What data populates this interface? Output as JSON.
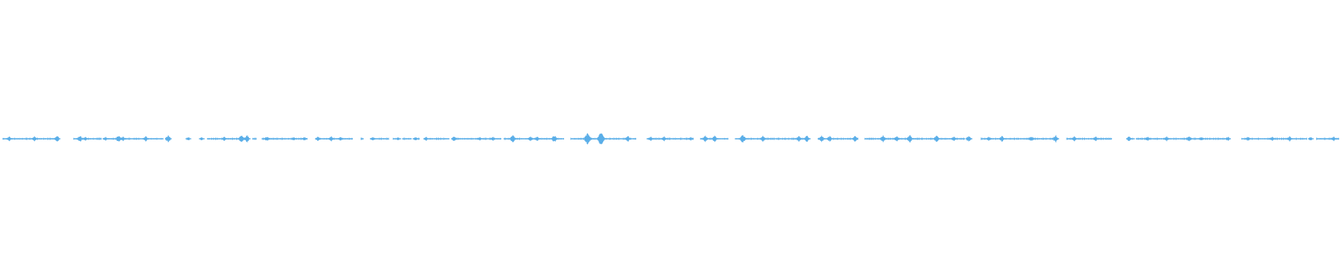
{
  "waveform": {
    "color": "#5aaee8",
    "background": "#ffffff",
    "segments": [
      [
        0.0,
        0.04
      ],
      [
        0.053,
        0.074
      ],
      [
        0.076,
        0.12
      ],
      [
        0.153,
        0.182
      ],
      [
        0.187,
        0.19
      ],
      [
        0.194,
        0.228
      ],
      [
        0.237,
        0.262
      ],
      [
        0.268,
        0.27
      ],
      [
        0.277,
        0.289
      ],
      [
        0.292,
        0.294
      ],
      [
        0.299,
        0.306
      ],
      [
        0.31,
        0.312
      ],
      [
        0.319,
        0.334
      ],
      [
        0.339,
        0.373
      ],
      [
        0.375,
        0.42
      ],
      [
        0.425,
        0.474
      ],
      [
        0.482,
        0.517
      ],
      [
        0.522,
        0.543
      ],
      [
        0.548,
        0.603
      ],
      [
        0.61,
        0.64
      ],
      [
        0.645,
        0.72
      ],
      [
        0.732,
        0.789
      ],
      [
        0.796,
        0.83
      ],
      [
        0.843,
        0.847
      ],
      [
        0.848,
        0.917
      ],
      [
        0.927,
        0.976
      ],
      [
        0.983,
        1.0
      ]
    ],
    "bursts": [
      [
        0.005,
        0.35
      ],
      [
        0.024,
        0.4
      ],
      [
        0.041,
        0.45
      ],
      [
        0.058,
        0.5
      ],
      [
        0.062,
        0.3
      ],
      [
        0.077,
        0.3
      ],
      [
        0.087,
        0.55
      ],
      [
        0.09,
        0.35
      ],
      [
        0.107,
        0.4
      ],
      [
        0.124,
        0.55
      ],
      [
        0.139,
        0.3
      ],
      [
        0.149,
        0.25
      ],
      [
        0.166,
        0.35
      ],
      [
        0.179,
        0.6
      ],
      [
        0.183,
        0.55
      ],
      [
        0.198,
        0.4
      ],
      [
        0.218,
        0.3
      ],
      [
        0.226,
        0.3
      ],
      [
        0.236,
        0.35
      ],
      [
        0.246,
        0.4
      ],
      [
        0.253,
        0.3
      ],
      [
        0.277,
        0.3
      ],
      [
        0.296,
        0.25
      ],
      [
        0.309,
        0.3
      ],
      [
        0.317,
        0.3
      ],
      [
        0.338,
        0.45
      ],
      [
        0.357,
        0.3
      ],
      [
        0.367,
        0.3
      ],
      [
        0.382,
        0.6
      ],
      [
        0.395,
        0.4
      ],
      [
        0.4,
        0.35
      ],
      [
        0.413,
        0.55
      ],
      [
        0.438,
        0.9
      ],
      [
        0.448,
        1.0
      ],
      [
        0.468,
        0.45
      ],
      [
        0.485,
        0.35
      ],
      [
        0.495,
        0.35
      ],
      [
        0.515,
        0.3
      ],
      [
        0.526,
        0.5
      ],
      [
        0.533,
        0.5
      ],
      [
        0.554,
        0.65
      ],
      [
        0.569,
        0.45
      ],
      [
        0.596,
        0.45
      ],
      [
        0.602,
        0.5
      ],
      [
        0.613,
        0.5
      ],
      [
        0.619,
        0.45
      ],
      [
        0.638,
        0.45
      ],
      [
        0.659,
        0.55
      ],
      [
        0.669,
        0.45
      ],
      [
        0.679,
        0.6
      ],
      [
        0.699,
        0.5
      ],
      [
        0.712,
        0.4
      ],
      [
        0.723,
        0.5
      ],
      [
        0.738,
        0.3
      ],
      [
        0.748,
        0.45
      ],
      [
        0.77,
        0.4
      ],
      [
        0.788,
        0.55
      ],
      [
        0.802,
        0.4
      ],
      [
        0.818,
        0.35
      ],
      [
        0.843,
        0.4
      ],
      [
        0.857,
        0.35
      ],
      [
        0.871,
        0.4
      ],
      [
        0.888,
        0.45
      ],
      [
        0.897,
        0.3
      ],
      [
        0.917,
        0.3
      ],
      [
        0.932,
        0.35
      ],
      [
        0.95,
        0.35
      ],
      [
        0.963,
        0.4
      ],
      [
        0.979,
        0.3
      ],
      [
        0.996,
        0.35
      ]
    ]
  }
}
